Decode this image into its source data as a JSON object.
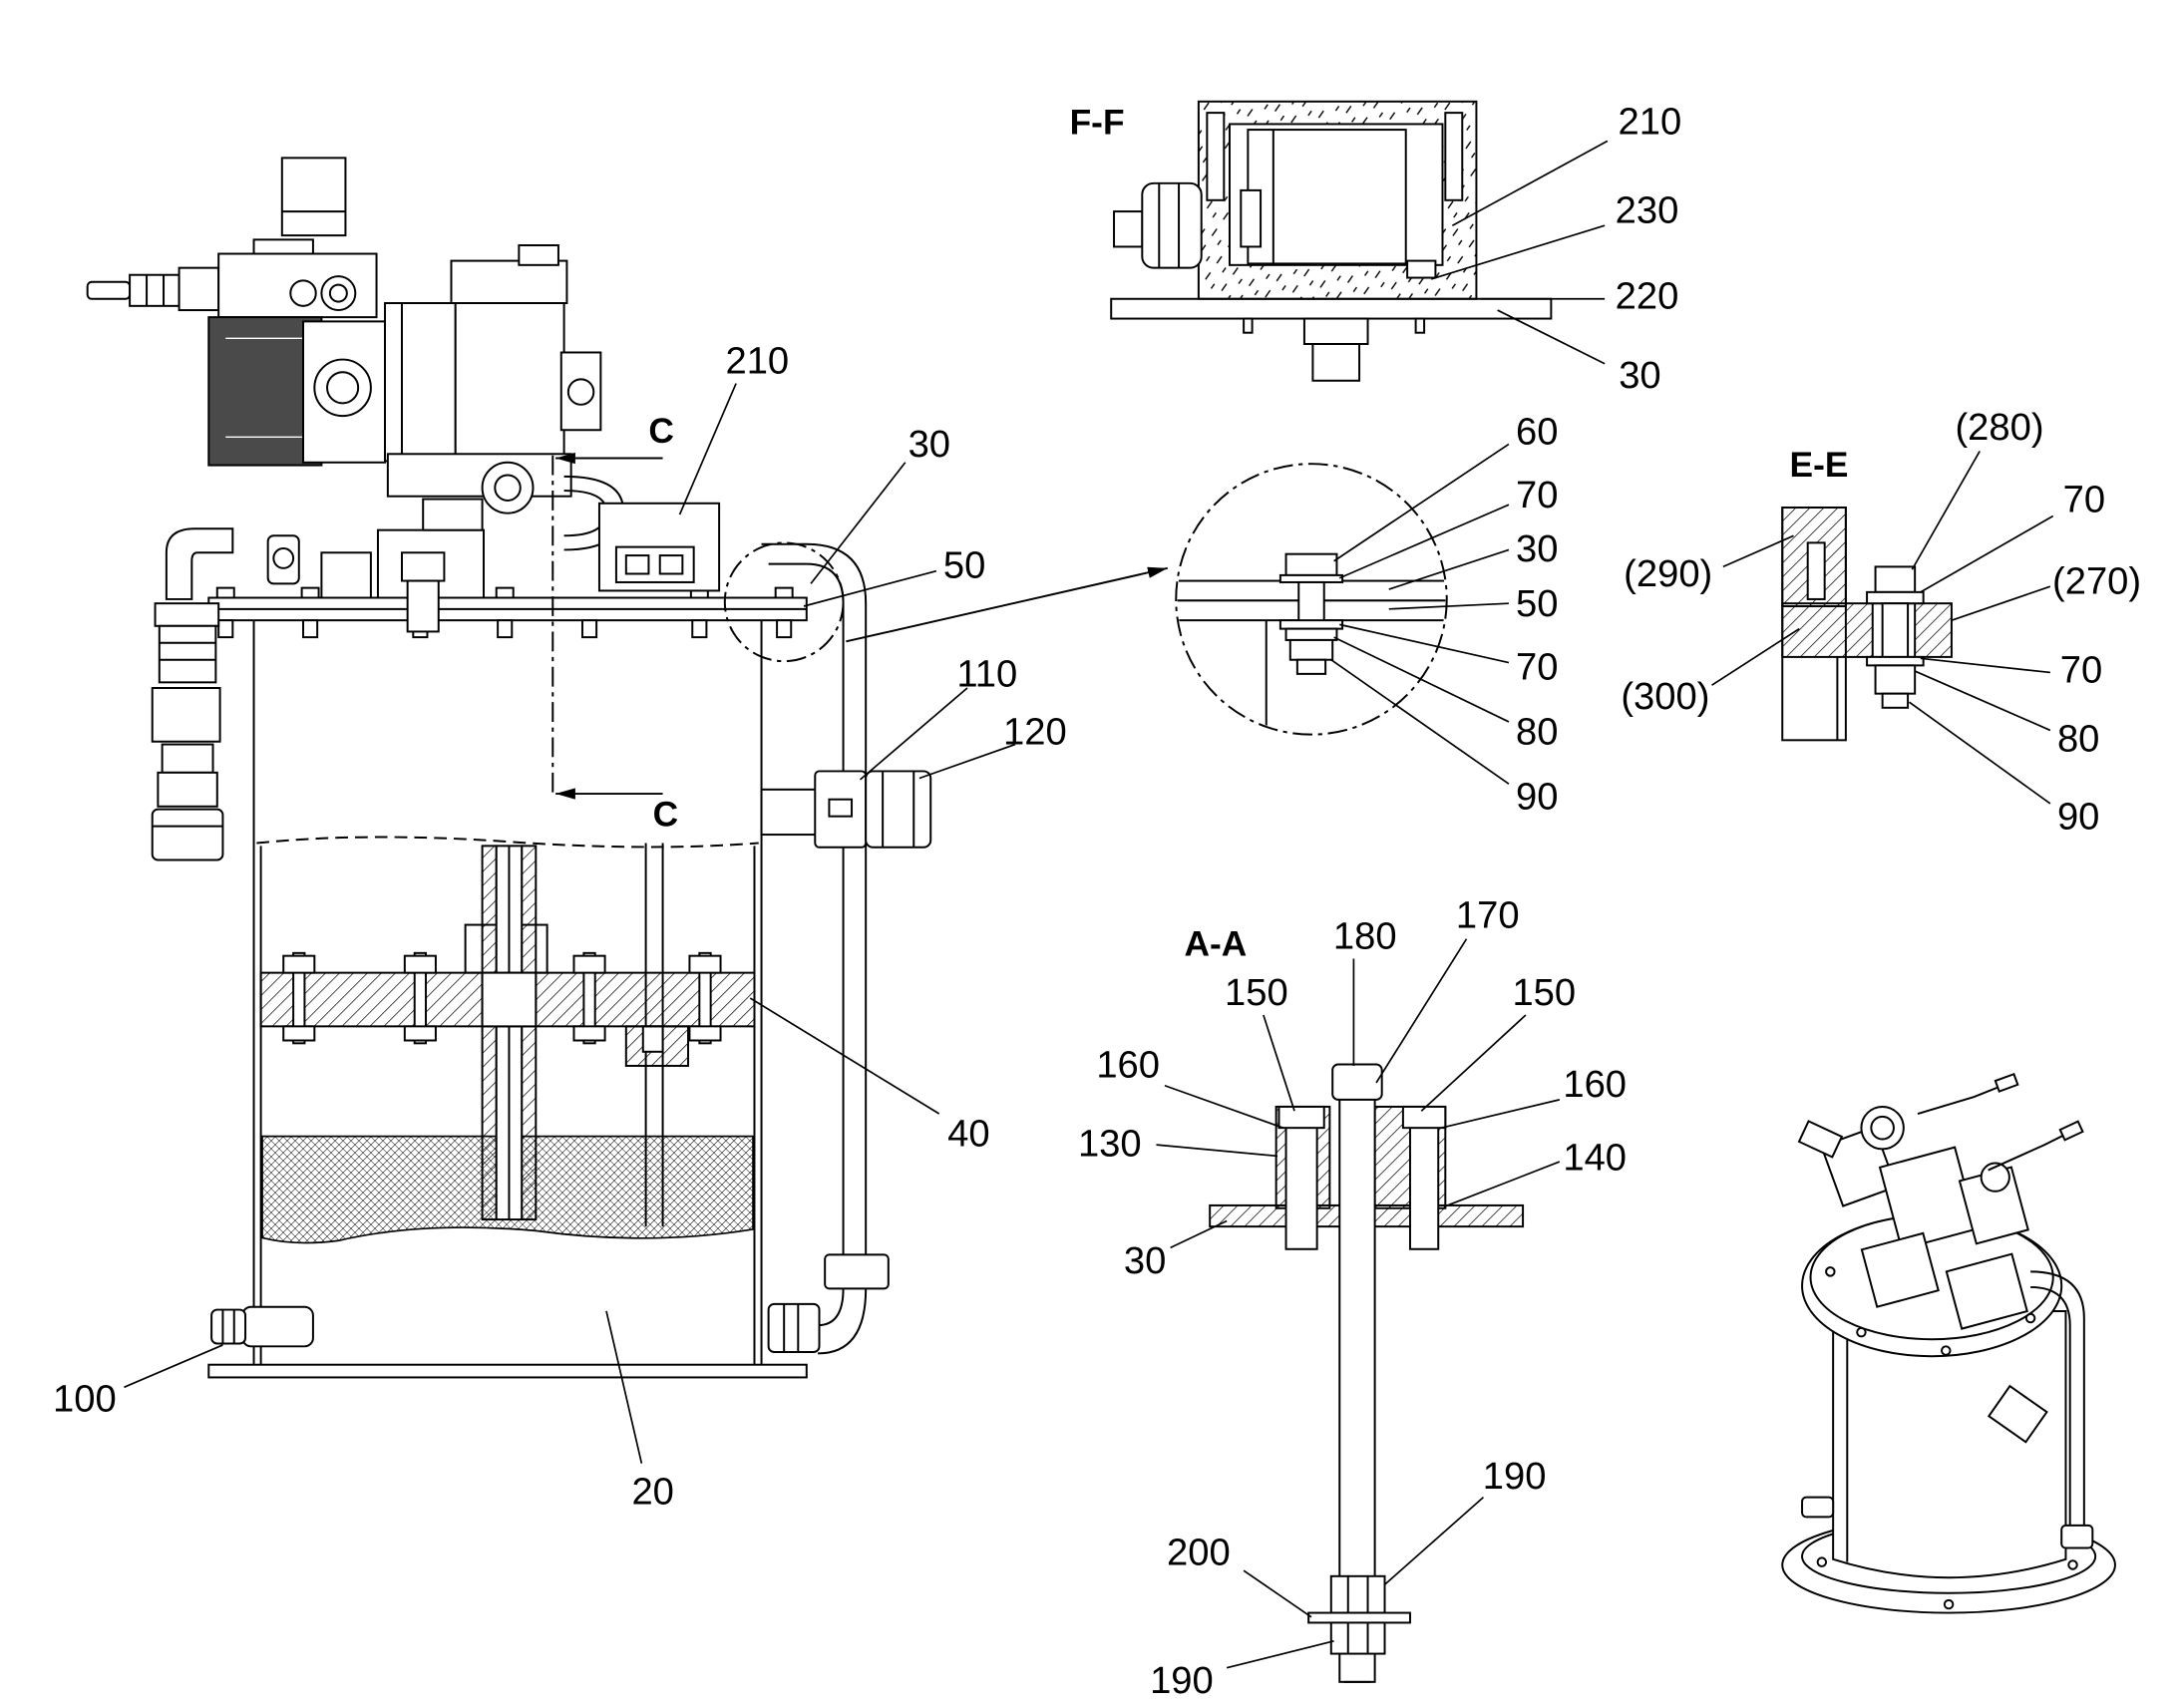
{
  "main_view": {
    "section_marker_top": "C",
    "section_marker_bottom": "C",
    "callouts": [
      "210",
      "30",
      "50",
      "110",
      "120",
      "40",
      "100",
      "20"
    ]
  },
  "section_ff": {
    "title": "F-F",
    "callouts": [
      "210",
      "230",
      "220",
      "30"
    ]
  },
  "detail_view": {
    "callouts": [
      "60",
      "70",
      "30",
      "50",
      "70",
      "80",
      "90"
    ]
  },
  "section_ee": {
    "title": "E-E",
    "callouts": [
      "(280)",
      "70",
      "(290)",
      "(270)",
      "(300)",
      "70",
      "80",
      "90"
    ]
  },
  "section_aa": {
    "title": "A-A",
    "callouts": [
      "180",
      "170",
      "150",
      "150",
      "160",
      "160",
      "130",
      "140",
      "30",
      "190",
      "200",
      "190"
    ]
  }
}
